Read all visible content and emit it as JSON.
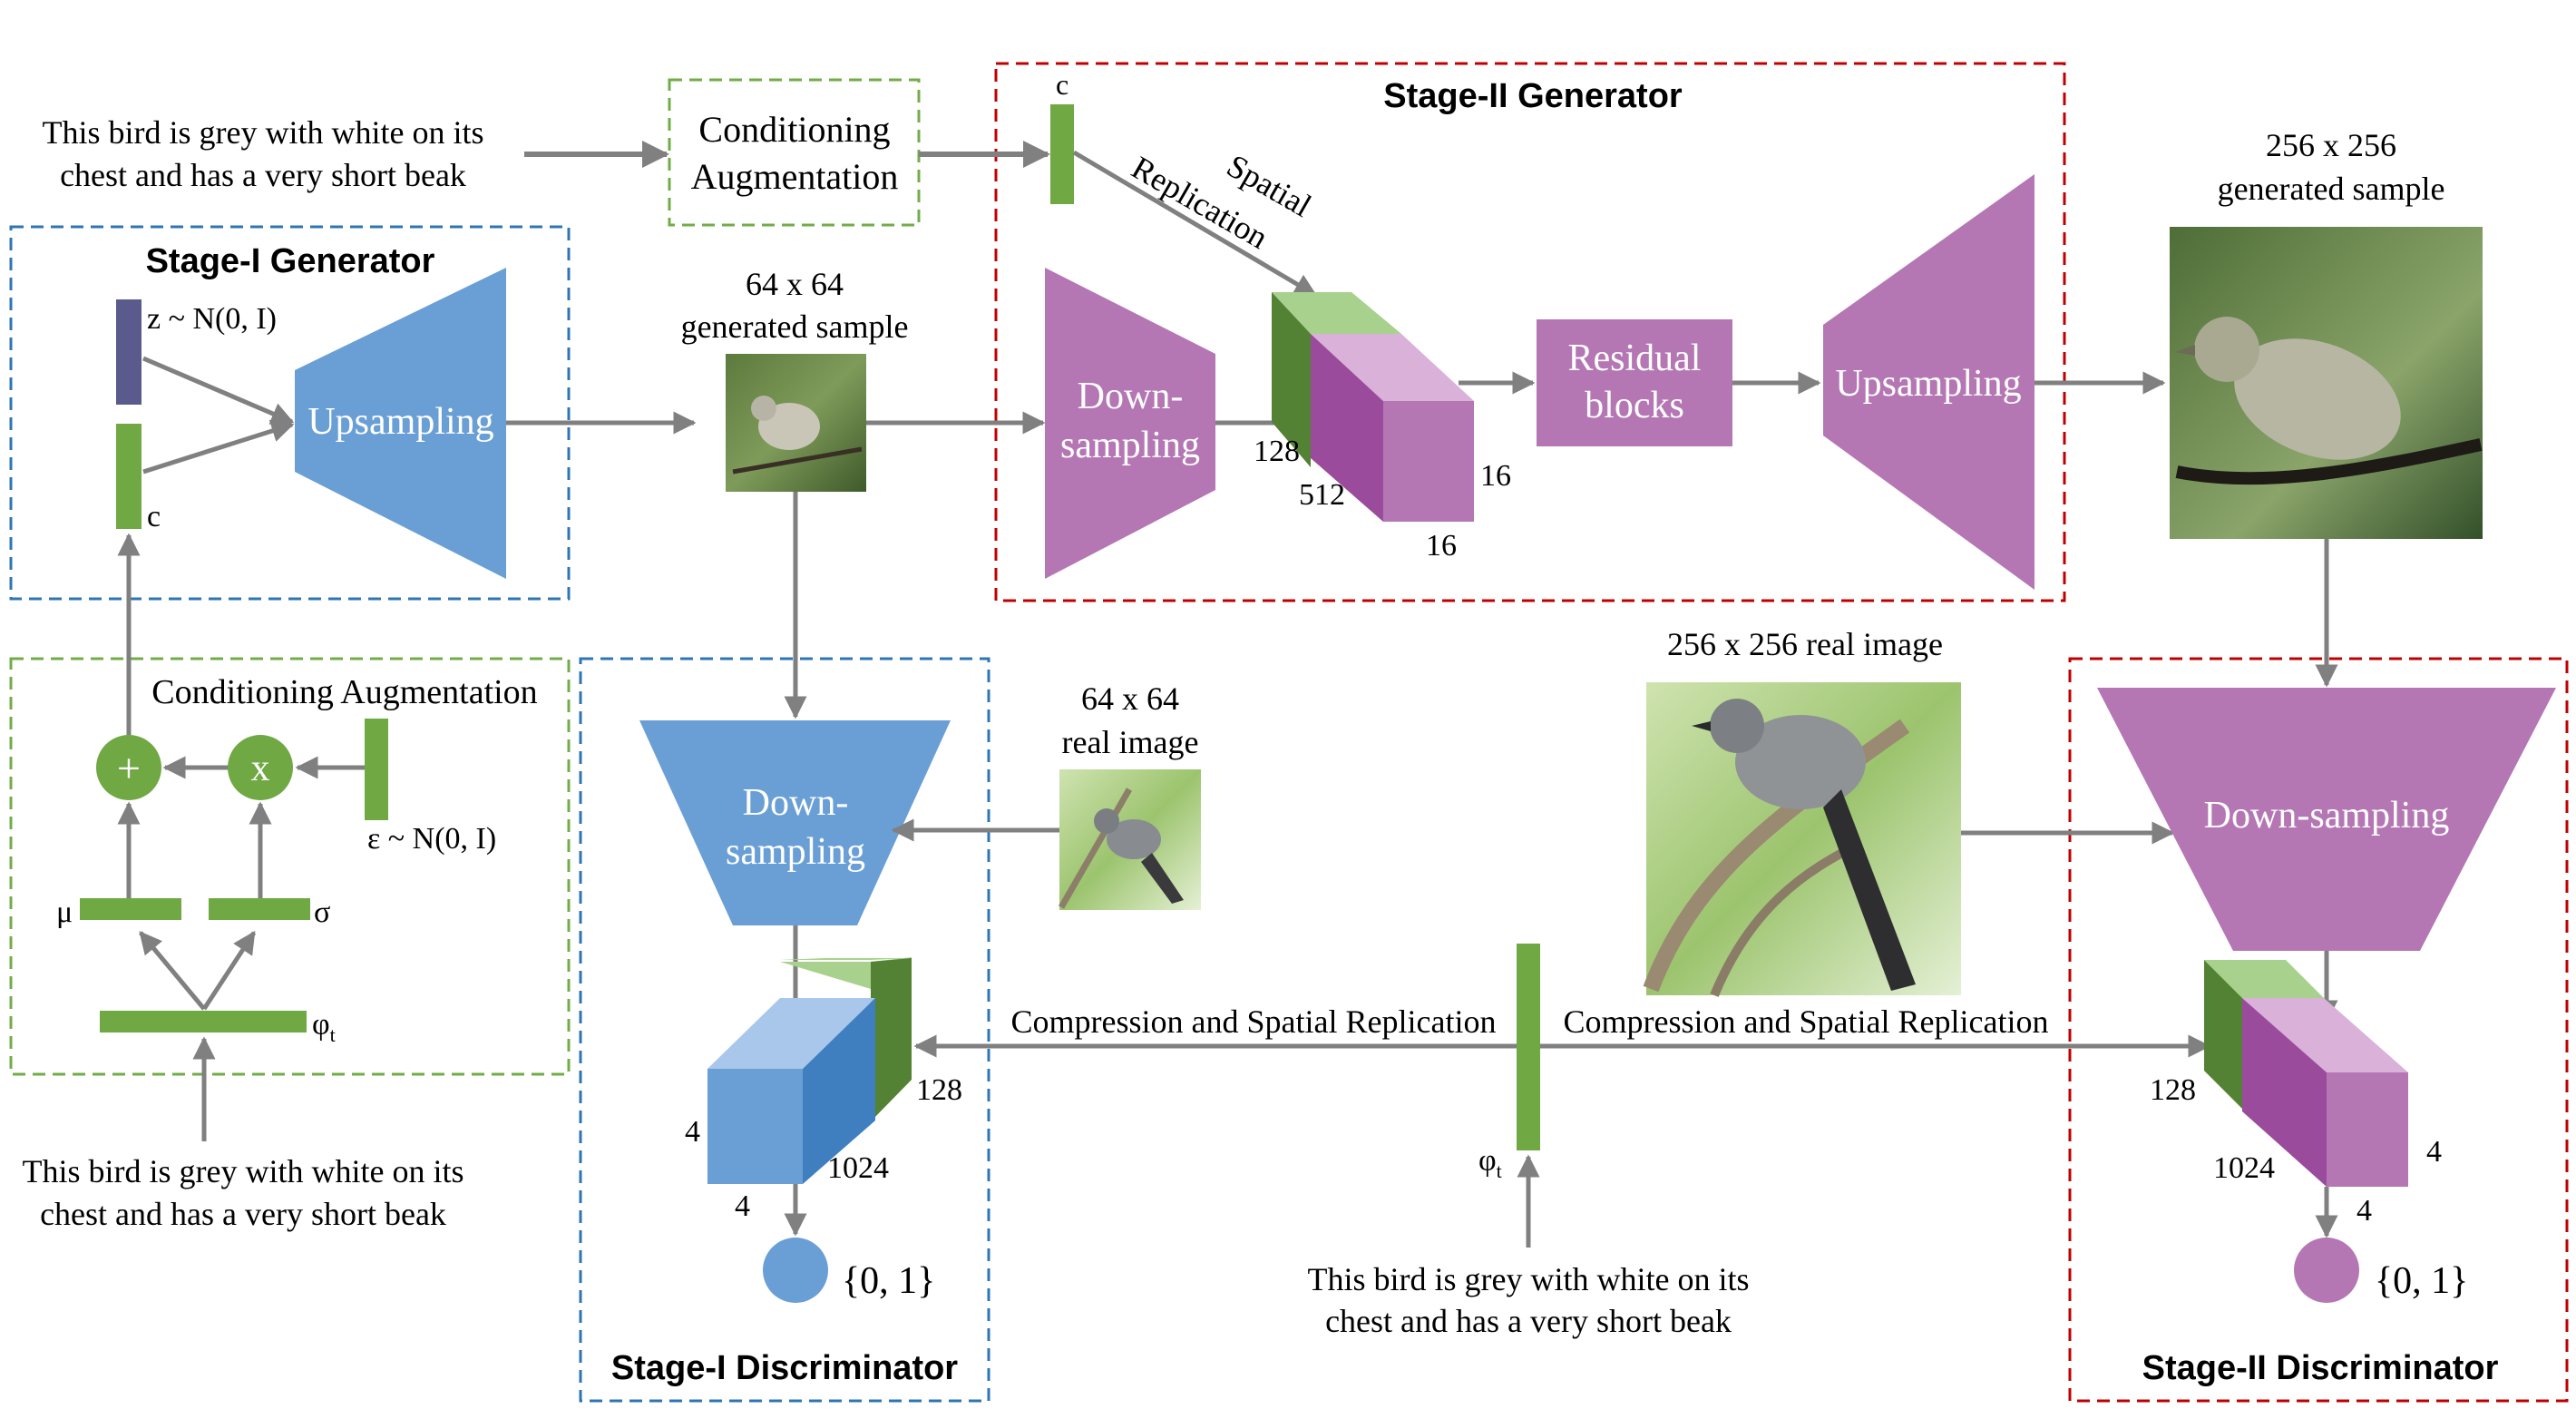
{
  "colors": {
    "blue": "#6a9fd6",
    "blue_dark": "#3f7fc0",
    "blue_light": "#a9c7ea",
    "green": "#70a844",
    "green_light": "#a9d18e",
    "green_dark": "#548235",
    "purple": "#b477b4",
    "purple_light": "#d9b1d9",
    "purple_dark": "#9b4b9b",
    "navy": "#5a5a8c",
    "arrow": "#808080",
    "blue_box": "#2e75b6",
    "green_box": "#70ad47",
    "red_box": "#c00000"
  },
  "titles": {
    "stage1_generator": "Stage-I Generator",
    "stage2_generator": "Stage-II Generator",
    "stage1_discriminator": "Stage-I Discriminator",
    "stage2_discriminator": "Stage-II Discriminator"
  },
  "text_input": {
    "line1": "This bird is grey with white on its",
    "line2": "chest and has a very short beak"
  },
  "ca_top": {
    "line1": "Conditioning",
    "line2": "Augmentation"
  },
  "ca_left": {
    "title": "Conditioning Augmentation",
    "plus": "+",
    "times": "x",
    "epsilon": "ε ~ N(0, I)",
    "mu": "μ",
    "sigma": "σ",
    "phi": "φ",
    "phi_sub": "t"
  },
  "stage1": {
    "z_label": "z ~ N(0, I)",
    "c_label": "c",
    "upsampling": "Upsampling"
  },
  "sample64": {
    "line1": "64 x 64",
    "line2": "generated sample"
  },
  "stage2": {
    "c_label": "c",
    "spatial1": "Spatial",
    "spatial2": "Replication",
    "down1": "Down-",
    "down2": "sampling",
    "dim_128": "128",
    "dim_512": "512",
    "dim_16a": "16",
    "dim_16b": "16",
    "residual1": "Residual",
    "residual2": "blocks",
    "upsampling": "Upsampling"
  },
  "sample256": {
    "line1": "256 x 256",
    "line2": "generated sample"
  },
  "real64": {
    "line1": "64 x 64",
    "line2": "real image"
  },
  "real256": {
    "label": "256 x 256 real image"
  },
  "disc1": {
    "down1": "Down-",
    "down2": "sampling",
    "dim_128": "128",
    "dim_1024": "1024",
    "dim_4a": "4",
    "dim_4b": "4",
    "output": "{0, 1}"
  },
  "disc2": {
    "down": "Down-sampling",
    "dim_128": "128",
    "dim_1024": "1024",
    "dim_4a": "4",
    "dim_4b": "4",
    "output": "{0, 1}"
  },
  "compression_left": "Compression and Spatial Replication",
  "compression_right": "Compression and Spatial Replication",
  "phi_center": {
    "phi": "φ",
    "sub": "t"
  }
}
